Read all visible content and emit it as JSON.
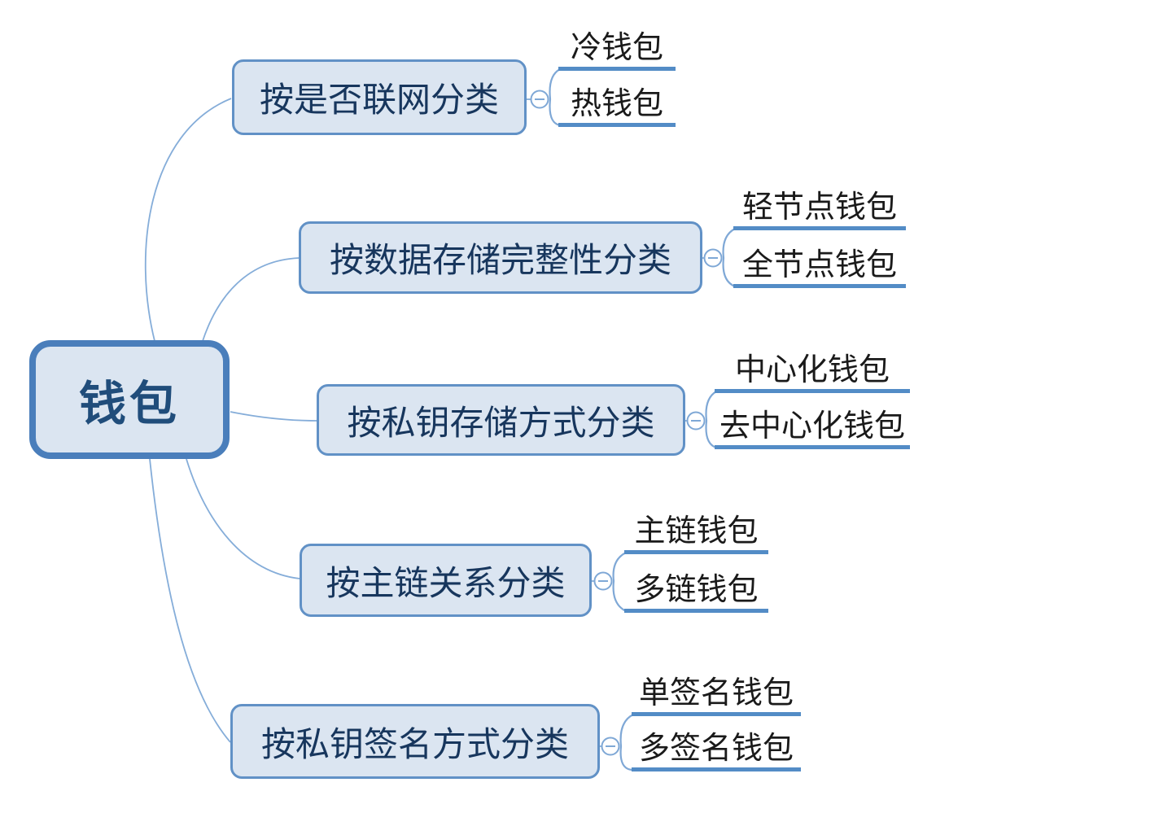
{
  "root": {
    "label": "钱包"
  },
  "branches": [
    {
      "label": "按是否联网分类",
      "children": [
        "冷钱包",
        "热钱包"
      ]
    },
    {
      "label": "按数据存储完整性分类",
      "children": [
        "轻节点钱包",
        "全节点钱包"
      ]
    },
    {
      "label": "按私钥存储方式分类",
      "children": [
        "中心化钱包",
        "去中心化钱包"
      ]
    },
    {
      "label": "按主链关系分类",
      "children": [
        "主链钱包",
        "多链钱包"
      ]
    },
    {
      "label": "按私钥签名方式分类",
      "children": [
        "单签名钱包",
        "多签名钱包"
      ]
    }
  ],
  "colors": {
    "node_fill": "#dbe5f1",
    "root_border": "#4a7ebb",
    "branch_border": "#6191c6",
    "root_text": "#204d7b",
    "branch_text": "#17365d",
    "leaf_text": "#1a1a1a",
    "leaf_underline": "#538cc6",
    "connector": "#85add9"
  }
}
